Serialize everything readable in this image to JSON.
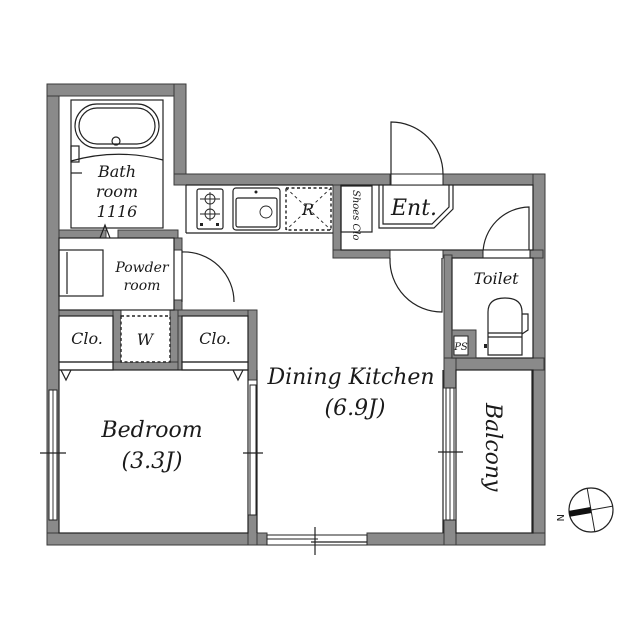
{
  "floor_plan": {
    "rooms": {
      "bathroom": {
        "name_line1": "Bath",
        "name_line2": "room",
        "size": "1116"
      },
      "powder_room": {
        "name_line1": "Powder",
        "name_line2": "room"
      },
      "washer": {
        "label": "W"
      },
      "closet_left": {
        "label": "Clo."
      },
      "closet_right": {
        "label": "Clo."
      },
      "bedroom": {
        "name": "Bedroom",
        "area": "(3.3J)"
      },
      "dining_kitchen": {
        "name": "Dining Kitchen",
        "area": "(6.9J)"
      },
      "refrigerator": {
        "label": "R"
      },
      "shoes_closet": {
        "label": "Shoes Clo"
      },
      "entrance": {
        "label": "Ent."
      },
      "toilet": {
        "label": "Toilet"
      },
      "pipe_space": {
        "label": "PS"
      },
      "balcony": {
        "label": "Balcony"
      }
    },
    "compass": {
      "north_label": "N"
    },
    "colors": {
      "wall_fill": "#8a8a8a",
      "line": "#222222",
      "background": "#ffffff"
    }
  }
}
